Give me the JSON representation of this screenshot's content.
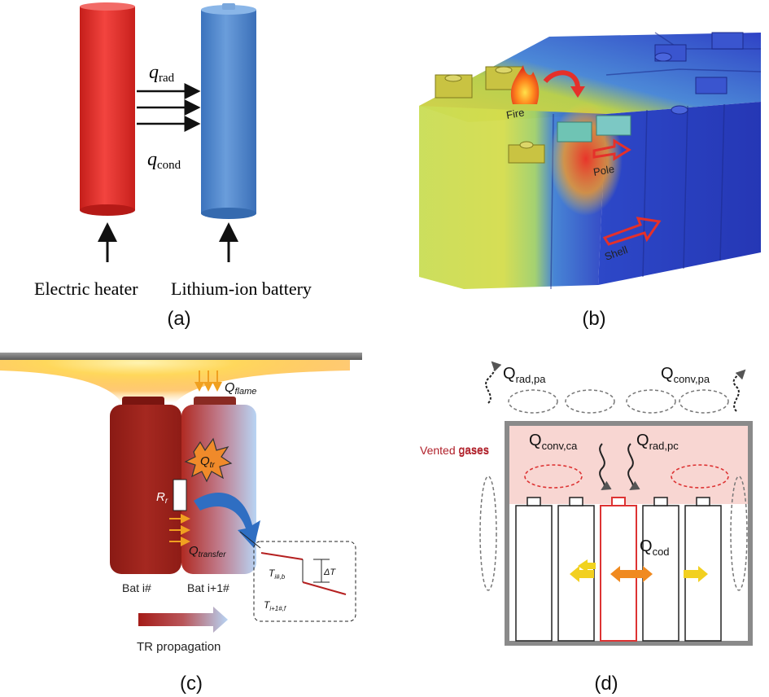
{
  "panel_a": {
    "caption": "(a)",
    "q_rad": "q",
    "q_rad_sub": "rad",
    "q_cond": "q",
    "q_cond_sub": "cond",
    "heater_label": "Electric heater",
    "battery_label": "Lithium-ion battery",
    "colors": {
      "heater": "#e8322e",
      "battery": "#4f86cc"
    }
  },
  "panel_b": {
    "caption": "(b)",
    "fire_label": "Fire",
    "pole_label": "Pole",
    "shell_label": "Shell"
  },
  "panel_c": {
    "caption": "(c)",
    "q_flame": "Q",
    "q_flame_sub": "flame",
    "q_tr": "Q",
    "q_tr_sub": "tr",
    "r_label": "R",
    "r_sub": "r",
    "q_transfer": "Q",
    "q_transfer_sub": "transfer",
    "bat_i": "Bat i#",
    "bat_i1": "Bat i+1#",
    "tr_propagation": "TR propagation",
    "t_ib": "T",
    "t_ib_sub": "i#,b",
    "t_i1f": "T",
    "t_i1f_sub": "i+1#,f",
    "delta_t": "ΔT"
  },
  "panel_d": {
    "caption": "(d)",
    "q_rad_pa": "Q",
    "q_rad_pa_sub": "rad,pa",
    "q_conv_pa": "Q",
    "q_conv_pa_sub": "conv,pa",
    "q_conv_ca": "Q",
    "q_conv_ca_sub": "conv,ca",
    "q_rad_pc": "Q",
    "q_rad_pc_sub": "rad,pc",
    "q_cod": "Q",
    "q_cod_sub": "cod",
    "vented_gases": "Vented gases"
  }
}
